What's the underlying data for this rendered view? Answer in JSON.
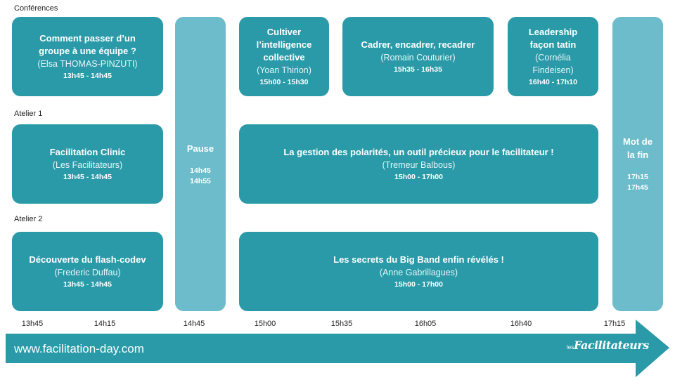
{
  "rows": {
    "conferences": "Conférences",
    "atelier1": "Atelier 1",
    "atelier2": "Atelier 2"
  },
  "sessions": {
    "conf1": {
      "title": "Comment passer d’un groupe à une équipe ?",
      "speaker": "(Elsa THOMAS-PINZUTI)",
      "time": "13h45 - 14h45"
    },
    "conf2": {
      "title": "Cultiver l’intelligence collective",
      "speaker": "(Yoan Thirion)",
      "time": "15h00 - 15h30"
    },
    "conf3": {
      "title": "Cadrer, encadrer, recadrer",
      "speaker": "(Romain Couturier)",
      "time": "15h35 - 16h35"
    },
    "conf4": {
      "title": "Leadership façon tatin",
      "speaker": "(Cornélia Findeisen)",
      "time": "16h40 - 17h10"
    },
    "at1a": {
      "title": "Facilitation Clinic",
      "speaker": "(Les Facilitateurs)",
      "time": "13h45 - 14h45"
    },
    "at1b": {
      "title": "La gestion des polarités, un outil précieux pour le facilitateur !",
      "speaker": "(Tremeur Balbous)",
      "time": "15h00 - 17h00"
    },
    "at2a": {
      "title": "Découverte du flash-codev",
      "speaker": "(Frederic Duffau)",
      "time": "13h45 - 14h45"
    },
    "at2b": {
      "title": "Les secrets du Big Band enfin révélés !",
      "speaker": "(Anne Gabrillagues)",
      "time": "15h00 - 17h00"
    }
  },
  "pause": {
    "title": "Pause",
    "time_start": "14h45",
    "time_end": "14h55"
  },
  "closing": {
    "title": "Mot de la fin",
    "time_start": "17h15",
    "time_end": "17h45"
  },
  "timeline": [
    "13h45",
    "14h15",
    "14h45",
    "15h00",
    "15h35",
    "16h05",
    "16h40",
    "17h15"
  ],
  "footer": {
    "url": "www.facilitation-day.com",
    "logo_small": "les",
    "logo_main": "Facilitateurs"
  },
  "colors": {
    "card": "#2a9aa8",
    "card_light": "#6dbccb",
    "arrow": "#2a9aa8"
  }
}
